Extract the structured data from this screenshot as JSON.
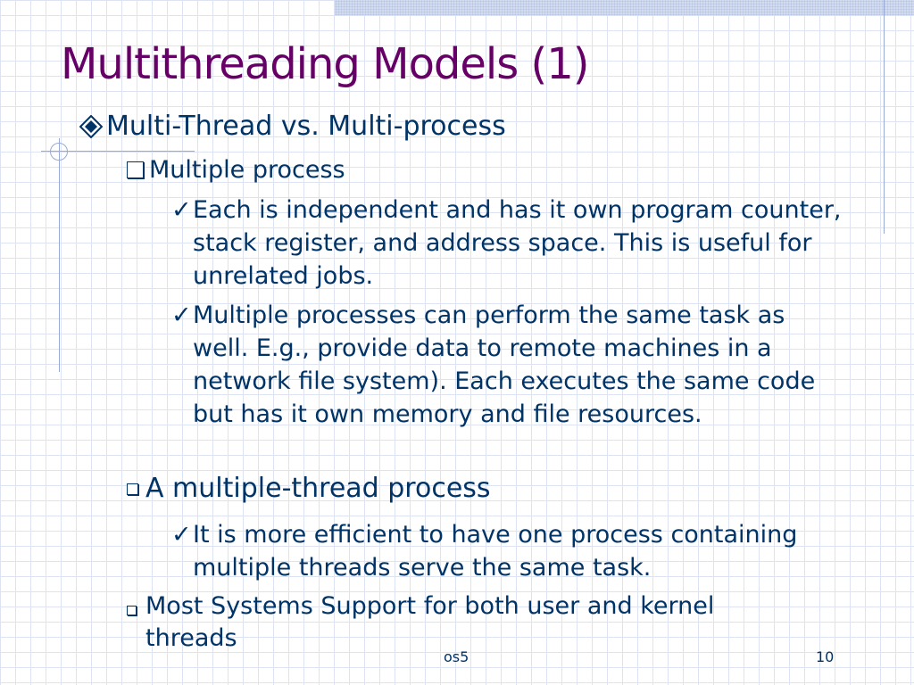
{
  "slide": {
    "title": "Multithreading Models (1)",
    "level1": {
      "icon": "diamond-bullet-icon",
      "text": "Multi-Thread vs. Multi-process"
    },
    "section1": {
      "label": "Multiple process",
      "items": [
        "Each is independent and has it own program counter, stack register, and address space. This is useful for unrelated jobs.",
        "Multiple processes can perform the same task as well. E.g., provide data to remote machines in a network file system). Each executes the same code but has it own memory and file resources."
      ]
    },
    "section2": {
      "label": "A multiple-thread process",
      "items": [
        "It is more efficient to have one process containing multiple threads serve the same task."
      ]
    },
    "section3": {
      "label": "Most Systems Support for both user and kernel threads"
    },
    "footer": {
      "center": "os5",
      "page": "10"
    },
    "check_glyph": "✓",
    "colors": {
      "title": "#660066",
      "text": "#003366",
      "grid": "#dde3f2"
    }
  }
}
